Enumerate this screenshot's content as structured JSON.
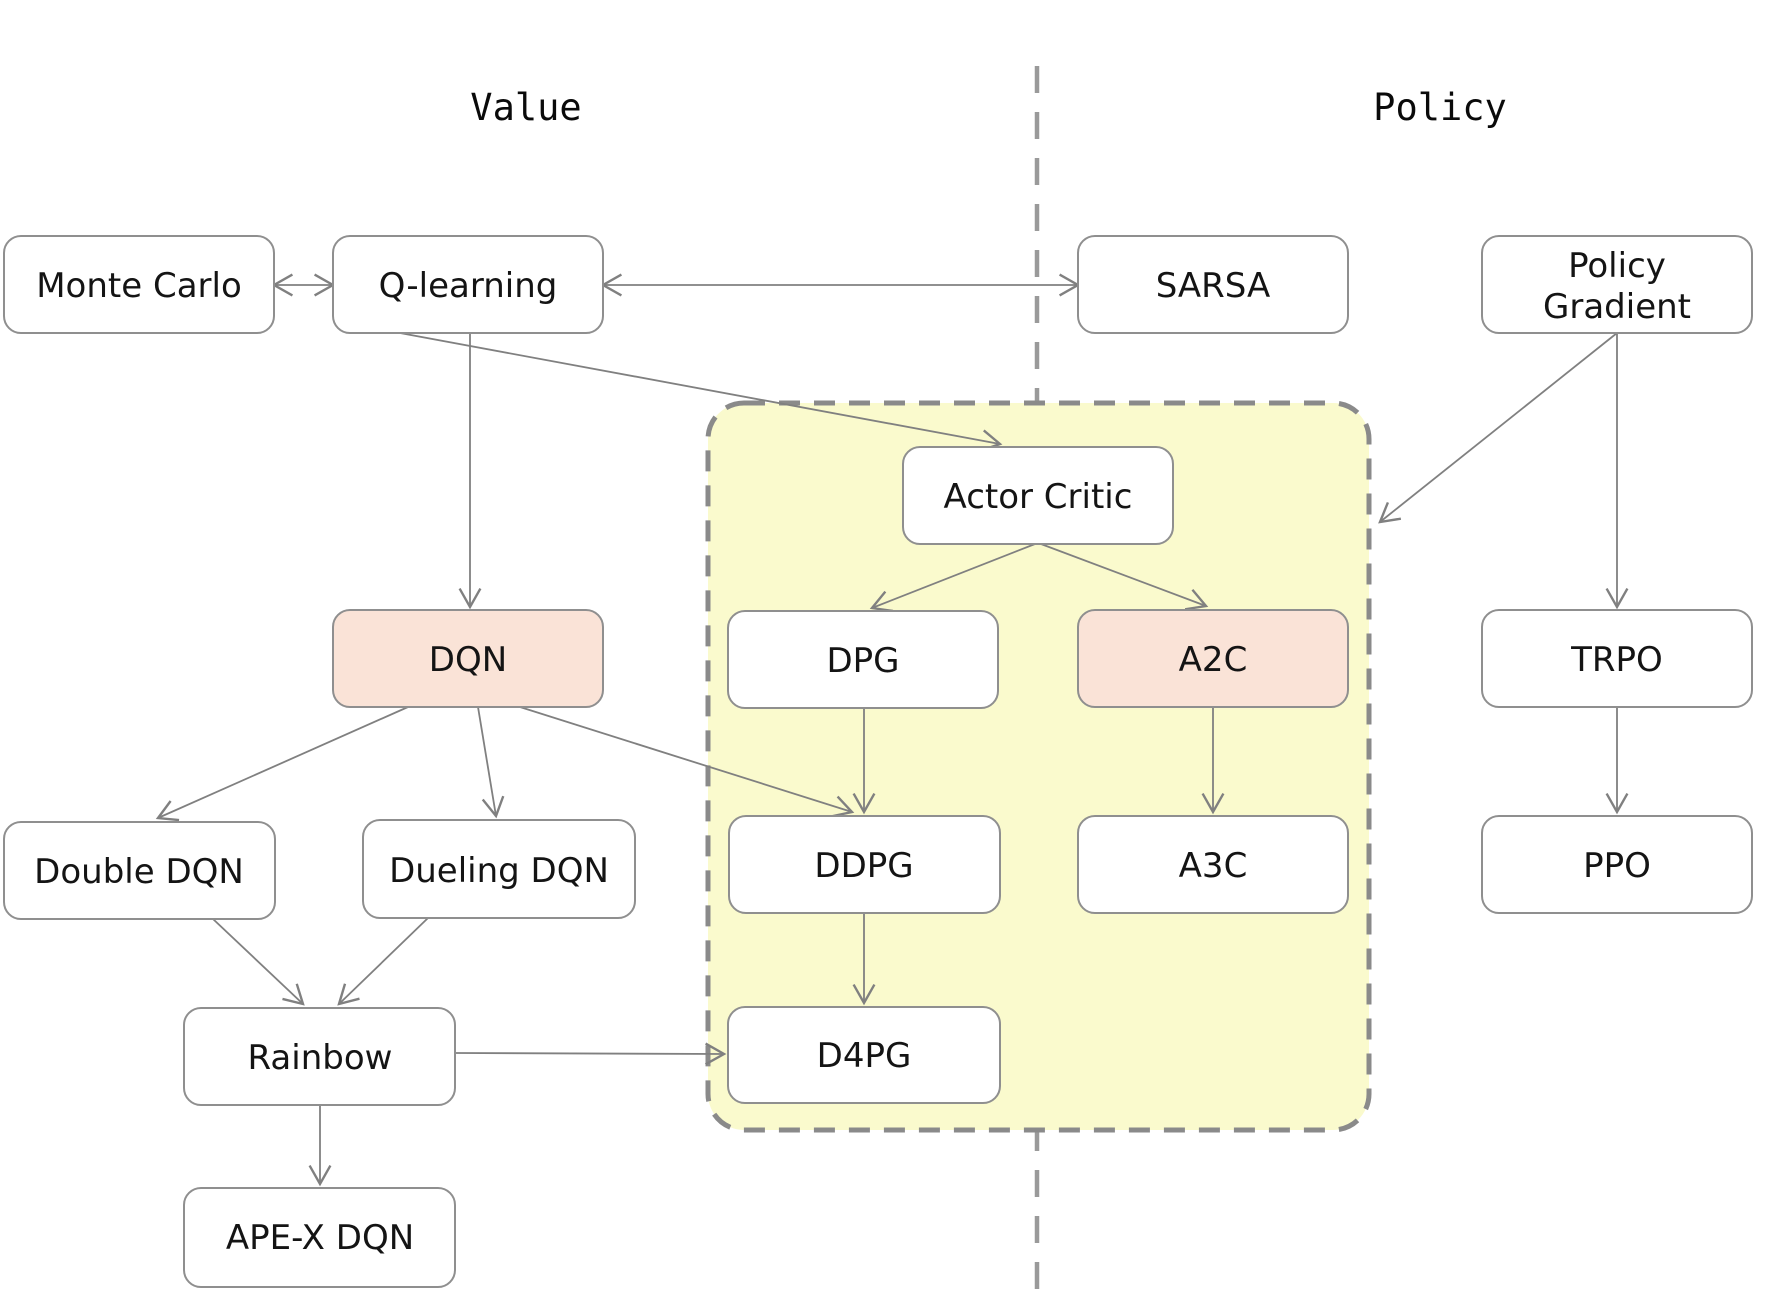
{
  "diagram": {
    "titles": {
      "left": "Value",
      "right": "Policy"
    },
    "colors": {
      "node_fill": "#ffffff",
      "highlight_fill": "#fae3d7",
      "region_fill": "#fafacd",
      "node_border": "#8f8f8f",
      "arrow": "#808080",
      "divider": "#9a9a9a",
      "text": "#141414"
    },
    "nodes": {
      "monte_carlo": {
        "label": "Monte Carlo"
      },
      "q_learning": {
        "label": "Q-learning"
      },
      "sarsa": {
        "label": "SARSA"
      },
      "policy_gradient": {
        "label_line1": "Policy",
        "label_line2": "Gradient"
      },
      "actor_critic": {
        "label": "Actor Critic"
      },
      "dqn": {
        "label": "DQN"
      },
      "dpg": {
        "label": "DPG"
      },
      "a2c": {
        "label": "A2C"
      },
      "trpo": {
        "label": "TRPO"
      },
      "double_dqn": {
        "label": "Double DQN"
      },
      "dueling_dqn": {
        "label": "Dueling DQN"
      },
      "ddpg": {
        "label": "DDPG"
      },
      "a3c": {
        "label": "A3C"
      },
      "ppo": {
        "label": "PPO"
      },
      "rainbow": {
        "label": "Rainbow"
      },
      "d4pg": {
        "label": "D4PG"
      },
      "apex_dqn": {
        "label": "APE-X DQN"
      }
    },
    "edges": [
      {
        "from": "monte_carlo",
        "to": "q_learning",
        "direction": "both"
      },
      {
        "from": "q_learning",
        "to": "sarsa",
        "direction": "both"
      },
      {
        "from": "q_learning",
        "to": "dqn",
        "direction": "forward"
      },
      {
        "from": "q_learning",
        "to": "actor_critic",
        "direction": "forward"
      },
      {
        "from": "policy_gradient",
        "to": "actor_critic_region",
        "direction": "forward"
      },
      {
        "from": "policy_gradient",
        "to": "trpo",
        "direction": "forward"
      },
      {
        "from": "actor_critic",
        "to": "dpg",
        "direction": "forward"
      },
      {
        "from": "actor_critic",
        "to": "a2c",
        "direction": "forward"
      },
      {
        "from": "dqn",
        "to": "double_dqn",
        "direction": "forward"
      },
      {
        "from": "dqn",
        "to": "dueling_dqn",
        "direction": "forward"
      },
      {
        "from": "dqn",
        "to": "ddpg",
        "direction": "forward"
      },
      {
        "from": "dpg",
        "to": "ddpg",
        "direction": "forward"
      },
      {
        "from": "a2c",
        "to": "a3c",
        "direction": "forward"
      },
      {
        "from": "trpo",
        "to": "ppo",
        "direction": "forward"
      },
      {
        "from": "double_dqn",
        "to": "rainbow",
        "direction": "forward"
      },
      {
        "from": "dueling_dqn",
        "to": "rainbow",
        "direction": "forward"
      },
      {
        "from": "rainbow",
        "to": "d4pg",
        "direction": "forward"
      },
      {
        "from": "rainbow",
        "to": "apex_dqn",
        "direction": "forward"
      },
      {
        "from": "ddpg",
        "to": "d4pg",
        "direction": "forward"
      }
    ]
  }
}
